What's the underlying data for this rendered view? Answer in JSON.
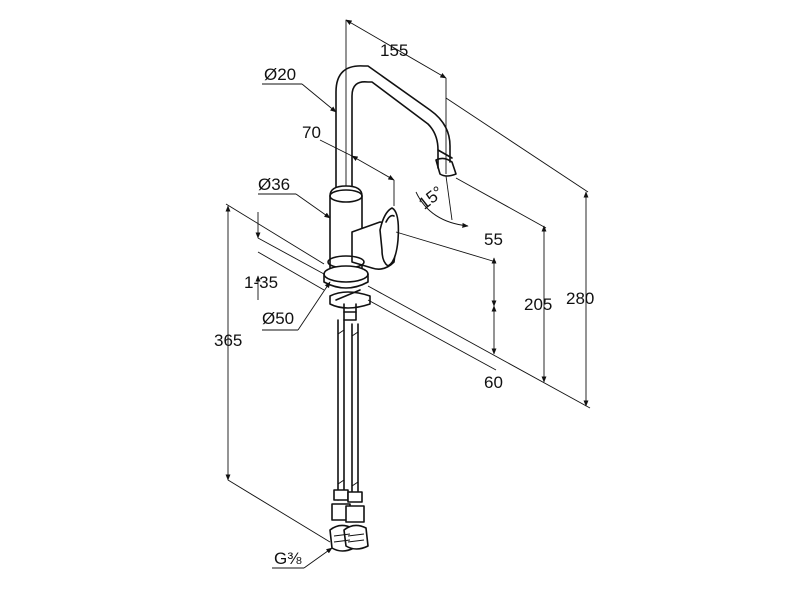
{
  "dimensions": {
    "spout_reach": "155",
    "spout_diameter": "Ø20",
    "outlet_offset": "70",
    "body_diameter": "Ø36",
    "spout_angle": "15°",
    "handle_height": "55",
    "spout_height": "205",
    "total_height": "280",
    "deck_thickness": "1-35",
    "escutcheon_diameter": "Ø50",
    "hose_length": "365",
    "below_deck": "60",
    "connection_thread": "G⅜"
  }
}
